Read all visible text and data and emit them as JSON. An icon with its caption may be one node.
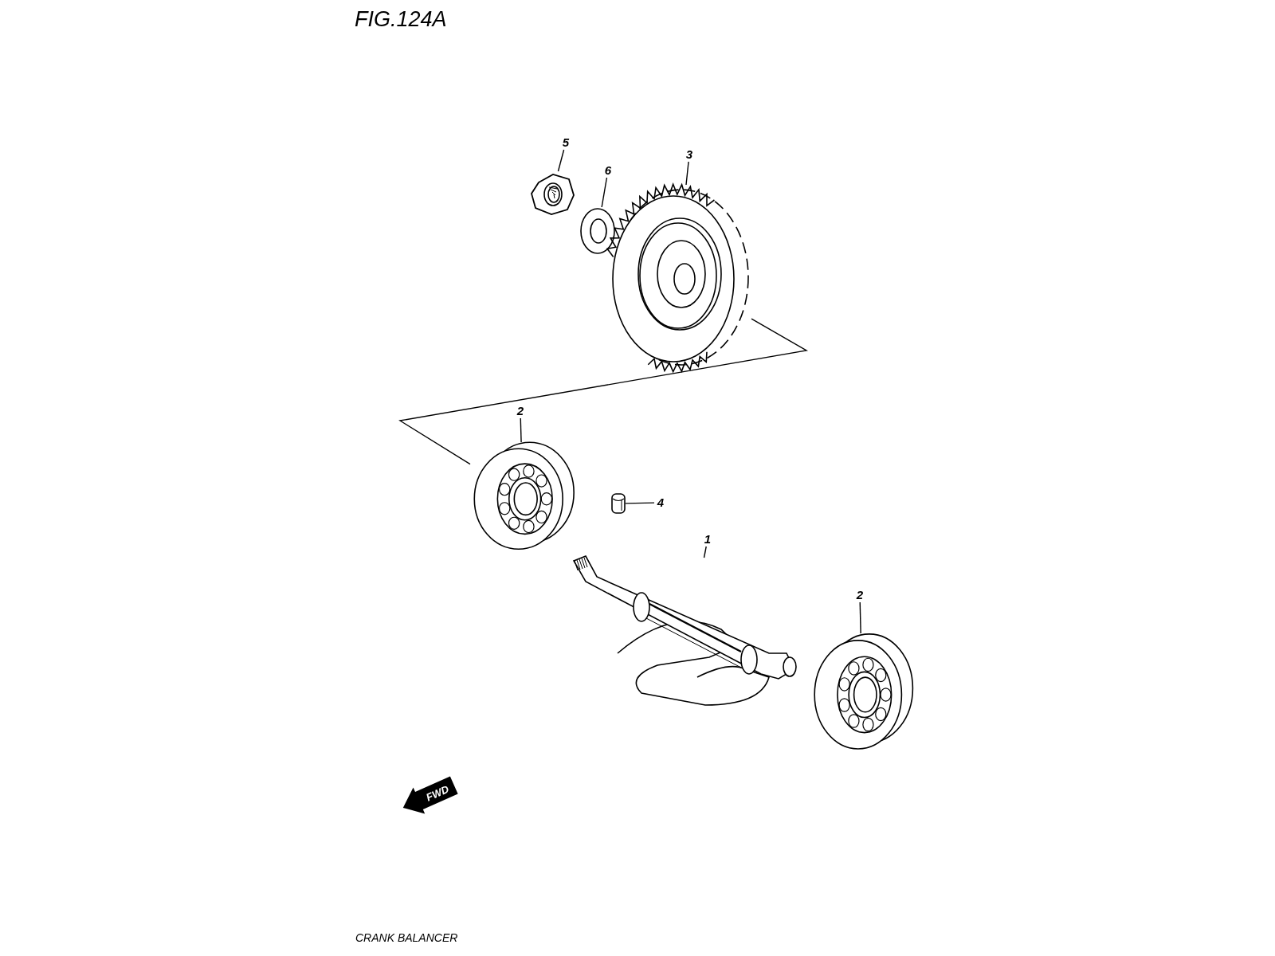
{
  "diagram": {
    "title": "FIG.124A",
    "caption": "CRANK BALANCER",
    "nodes": [
      {
        "text": [
          "5"
        ]
      },
      {
        "text": [
          "6"
        ]
      },
      {
        "text": [
          "3"
        ]
      },
      {
        "text": [
          "2"
        ]
      },
      {
        "text": [
          "4"
        ]
      },
      {
        "text": [
          "1"
        ]
      },
      {
        "text": [
          "2"
        ]
      },
      {
        "text": [],
        "shape": "picture"
      },
      {
        "text": [],
        "shape": "picture"
      },
      {
        "text": [],
        "shape": "picture"
      },
      {
        "text": [],
        "shape": "picture"
      },
      {
        "text": [],
        "shape": "picture"
      },
      {
        "text": [],
        "shape": "picture"
      },
      {
        "text": [],
        "shape": "picture"
      }
    ],
    "edges": [
      {
        "from": 0,
        "to": 7,
        "arrow": "none"
      },
      {
        "from": 1,
        "to": 8,
        "arrow": "none"
      },
      {
        "from": 2,
        "to": 9,
        "arrow": "none"
      },
      {
        "from": 3,
        "to": 10,
        "arrow": "none"
      },
      {
        "from": 4,
        "to": 11,
        "arrow": "none"
      },
      {
        "from": 5,
        "to": 12,
        "arrow": "none"
      },
      {
        "from": 6,
        "to": 13,
        "arrow": "none"
      },
      {
        "from": 9,
        "to": 10,
        "arrow": "none"
      }
    ],
    "labels": [
      "FWD"
    ]
  }
}
